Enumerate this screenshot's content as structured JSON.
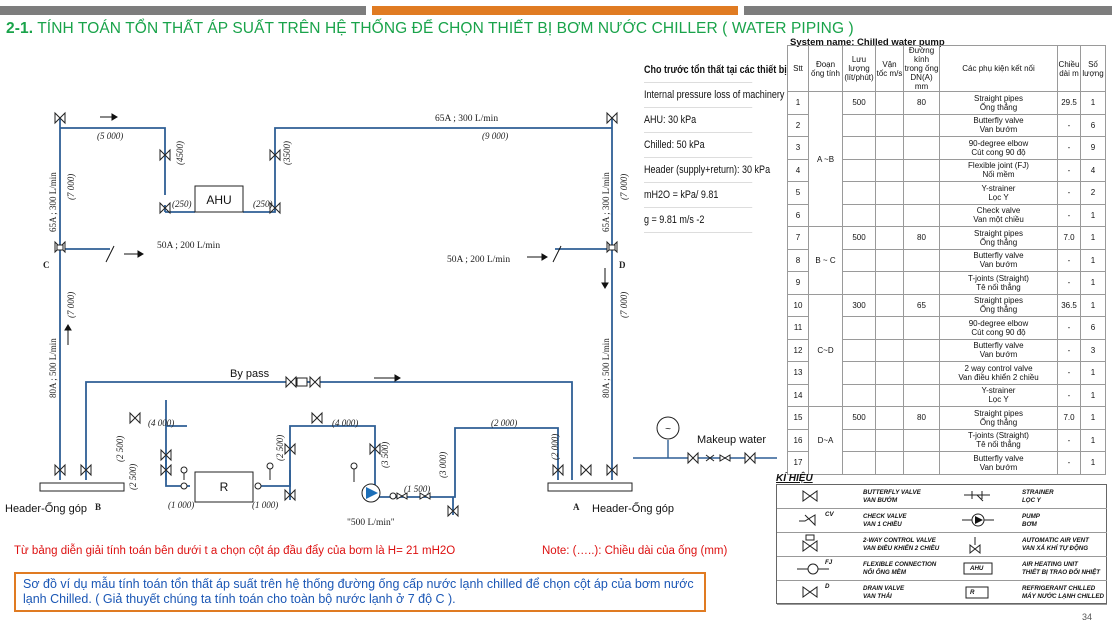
{
  "slide": {
    "title_num": "2-1.",
    "title_text": " TÍNH TOÁN TỔN THẤT ÁP SUẤT TRÊN HỆ THỐNG ĐỂ CHỌN THIẾT BỊ BƠM NƯỚC CHILLER ( WATER PIPING )",
    "page_number": "34",
    "top_bar_colors": [
      "#7d7d7d",
      "#e07b22",
      "#7d7d7d"
    ]
  },
  "diagram": {
    "pipe_labels": {
      "top_main": "65A ; 300 L/min",
      "top_left_len": "(5 000)",
      "top_right_len": "(9 000)",
      "ahu_left_len": "(4500)",
      "ahu_right_len": "(3500)",
      "ahu_left_bottom_len": "(250)",
      "ahu_right_bottom_len": "(250)",
      "left_vert_upper": "65A ; 300 L/min",
      "left_vert_upper_len": "(7 000)",
      "left_vert_lower": "80A ; 500 L/min",
      "left_vert_lower_len": "(7 000)",
      "right_vert_upper": "65A ; 300 L/min",
      "right_vert_upper_len": "(7 000)",
      "right_vert_lower": "80A ; 500 L/min",
      "right_vert_lower_len": "(7 000)",
      "branch_c": "50A ; 200 L/min",
      "branch_d": "50A ; 200 L/min",
      "chiller_left_top": "(4 000)",
      "chiller_left_vert": "(2 500)",
      "chiller_left_lower": "(2 500)",
      "chiller_left_bottom": "(1 000)",
      "chiller_right_bottom": "(1 000)",
      "chiller_right_vert": "(2 500)",
      "pump_top": "(4 000)",
      "pump_vert": "(3 500)",
      "pump_out": "(1 500)",
      "pump_vert2": "(3 000)",
      "return_top": "(2 000)",
      "return_vert": "(2 000)",
      "pump_flow": "\"500 L/min\""
    },
    "ahu_label": "AHU",
    "chiller_label": "R",
    "bypass_label": "By pass",
    "makeup_label": "Makeup water",
    "point_a": "A",
    "point_b": "B",
    "point_c": "C",
    "point_d": "D",
    "header_left": "Header-Ống góp",
    "header_right": "Header-Ống góp"
  },
  "pressure_loss": {
    "heading": "Cho trước tổn thất tại các thiết bị",
    "lines": [
      "Internal pressure loss of machinery",
      "AHU: 30 kPa",
      "Chilled: 50 kPa",
      "Header (supply+return): 30 kPa",
      "mH2O = kPa/ 9.81",
      "g = 9.81 m/s -2"
    ]
  },
  "table": {
    "system_name": "System name:  Chilled water pump",
    "headers": [
      "Stt",
      "Đoạn ống tính",
      "Lưu lượng (lít/phút)",
      "Vận tốc m/s",
      "Đường kính trong ống DN(A) mm",
      "Các phụ kiện kết nối",
      "Chiều dài m",
      "Số lượng"
    ],
    "sections": [
      {
        "name": "A ~B",
        "rows": [
          {
            "stt": "1",
            "flow": "500",
            "dn": "80",
            "item": "Straight pipes / Ống thẳng",
            "len": "29.5",
            "qty": "1"
          },
          {
            "stt": "2",
            "flow": "",
            "dn": "",
            "item": "Butterfly valve / Van bướm",
            "len": "-",
            "qty": "6"
          },
          {
            "stt": "3",
            "flow": "",
            "dn": "",
            "item": "90-degree elbow / Cút cong 90 độ",
            "len": "-",
            "qty": "9"
          },
          {
            "stt": "4",
            "flow": "",
            "dn": "",
            "item": "Flexible joint (FJ) / Nối mềm",
            "len": "-",
            "qty": "4"
          },
          {
            "stt": "5",
            "flow": "",
            "dn": "",
            "item": "Y-strainer / Lọc Y",
            "len": "-",
            "qty": "2"
          },
          {
            "stt": "6",
            "flow": "",
            "dn": "",
            "item": "Check valve / Van một chiều",
            "len": "-",
            "qty": "1"
          }
        ]
      },
      {
        "name": "B ~ C",
        "rows": [
          {
            "stt": "7",
            "flow": "500",
            "dn": "80",
            "item": "Straight pipes / Ống thẳng",
            "len": "7.0",
            "qty": "1"
          },
          {
            "stt": "8",
            "flow": "",
            "dn": "",
            "item": "Butterfly valve / Van bướm",
            "len": "-",
            "qty": "1"
          },
          {
            "stt": "9",
            "flow": "",
            "dn": "",
            "item": "T-joints (Straight) / Tê nối thẳng",
            "len": "-",
            "qty": "1"
          }
        ]
      },
      {
        "name": "C~D",
        "rows": [
          {
            "stt": "10",
            "flow": "300",
            "dn": "65",
            "item": "Straight pipes / Ống thẳng",
            "len": "36.5",
            "qty": "1"
          },
          {
            "stt": "11",
            "flow": "",
            "dn": "",
            "item": "90-degree elbow / Cút cong 90 độ",
            "len": "-",
            "qty": "6"
          },
          {
            "stt": "12",
            "flow": "",
            "dn": "",
            "item": "Butterfly valve / Van bướm",
            "len": "-",
            "qty": "3"
          },
          {
            "stt": "13",
            "flow": "",
            "dn": "",
            "item": "2 way control valve / Van điều khiển 2 chiều",
            "len": "-",
            "qty": "1"
          },
          {
            "stt": "14",
            "flow": "",
            "dn": "",
            "item": "Y-strainer / Lọc Y",
            "len": "-",
            "qty": "1"
          }
        ]
      },
      {
        "name": "D~A",
        "rows": [
          {
            "stt": "15",
            "flow": "500",
            "dn": "80",
            "item": "Straight pipes / Ống thẳng",
            "len": "7.0",
            "qty": "1"
          },
          {
            "stt": "16",
            "flow": "",
            "dn": "",
            "item": "T-joints (Straight) / Tê nối thẳng",
            "len": "-",
            "qty": "1"
          },
          {
            "stt": "17",
            "flow": "",
            "dn": "",
            "item": "Butterfly valve / Van bướm",
            "len": "-",
            "qty": "1"
          }
        ]
      }
    ]
  },
  "legend": {
    "title": "KÍ HIỆU",
    "items": [
      {
        "l1": "BUTTERFLY VALVE",
        "l2": "VAN BƯỚM",
        "sym": "butterfly-valve-icon"
      },
      {
        "l1": "STRAINER",
        "l2": "LỌC Y",
        "sym": "strainer-icon"
      },
      {
        "l1": "CHECK VALVE",
        "l2": "VAN 1 CHIỀU",
        "sym": "check-valve-icon",
        "tag": "CV"
      },
      {
        "l1": "PUMP",
        "l2": "BƠM",
        "sym": "pump-icon"
      },
      {
        "l1": "2-WAY CONTROL VALVE",
        "l2": "VAN ĐIỀU KHIỂN 2 CHIỀU",
        "sym": "control-valve-icon"
      },
      {
        "l1": "AUTOMATIC AIR VENT",
        "l2": "VAN XẢ KHÍ TỰ ĐỘNG",
        "sym": "air-vent-icon"
      },
      {
        "l1": "FLEXIBLE CONNECTION",
        "l2": "NỐI ỐNG MỀM",
        "sym": "flexible-connection-icon",
        "tag": "FJ"
      },
      {
        "l1": "AIR HEATING UNIT",
        "l2": "THIẾT BỊ TRAO ĐỔI NHIỆT",
        "sym": "ahu-box-icon",
        "tag": "AHU"
      },
      {
        "l1": "DRAIN VALVE",
        "l2": "VAN THẢI",
        "sym": "drain-valve-icon",
        "tag": "D"
      },
      {
        "l1": "REFRIGERANT CHILLED",
        "l2": "MÁY NƯỚC LẠNH CHILLED",
        "sym": "chiller-box-icon",
        "tag": "R"
      }
    ]
  },
  "notes": {
    "red_note": "Từ bảng diễn giải tính toán bên dưới t a chọn cột áp đầu đẩy của bơm là H= 21 mH2O",
    "length_note": "Note: (…..): Chiều dài của ống (mm)",
    "description": "Sơ đồ ví dụ mẫu tính toán tổn thất áp suất trên hệ thống đường ống  cấp nước lạnh chilled để chọn cột áp của bơm nước lạnh Chilled. ( Giả thuyết chúng ta tính toán cho toàn bộ nước lạnh ở 7 độ C )."
  }
}
